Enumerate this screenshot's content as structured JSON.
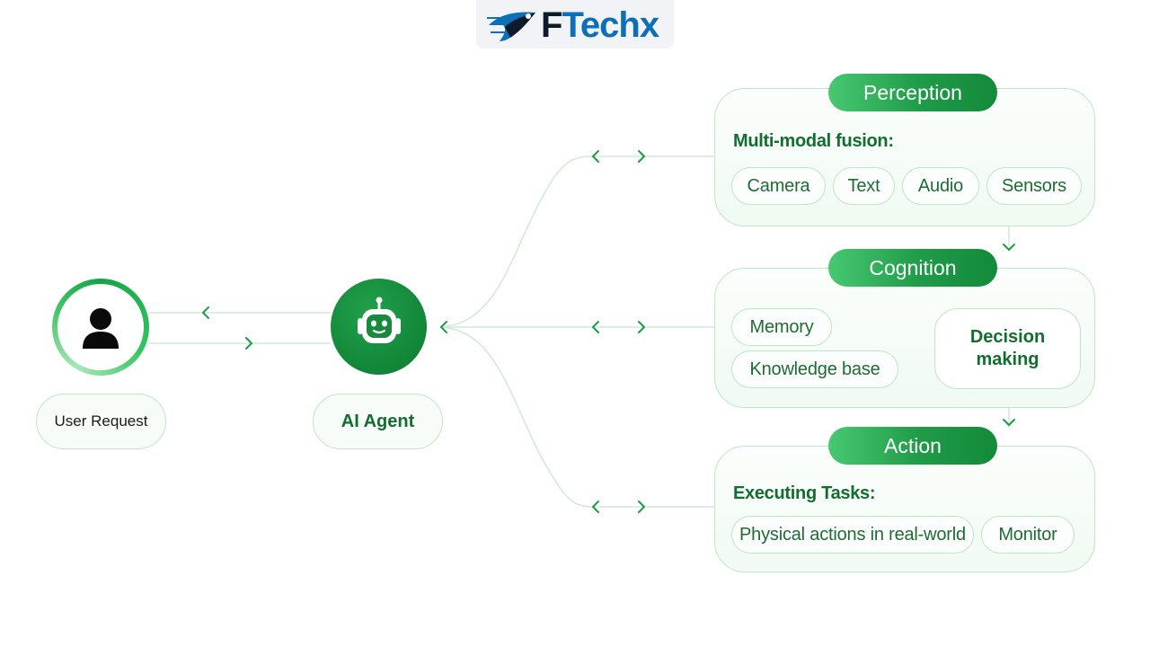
{
  "logo": {
    "prefix": "F",
    "name": "Techx",
    "icon": "rocket-wing-icon"
  },
  "user": {
    "icon": "person-icon",
    "label": "User Request"
  },
  "agent": {
    "icon": "robot-icon",
    "label": "AI Agent"
  },
  "perception": {
    "title": "Perception",
    "heading": "Multi-modal fusion:",
    "chips": [
      "Camera",
      "Text",
      "Audio",
      "Sensors"
    ]
  },
  "cognition": {
    "title": "Cognition",
    "inputs": [
      "Memory",
      "Knowledge base"
    ],
    "decision": "Decision making"
  },
  "action": {
    "title": "Action",
    "heading": "Executing Tasks:",
    "chips": [
      "Physical actions in real-world",
      "Monitor"
    ]
  },
  "colors": {
    "accent": "#138a3a",
    "accent_light": "#48c872",
    "border": "#bfe5c9",
    "logo_blue": "#0d6fb8"
  }
}
